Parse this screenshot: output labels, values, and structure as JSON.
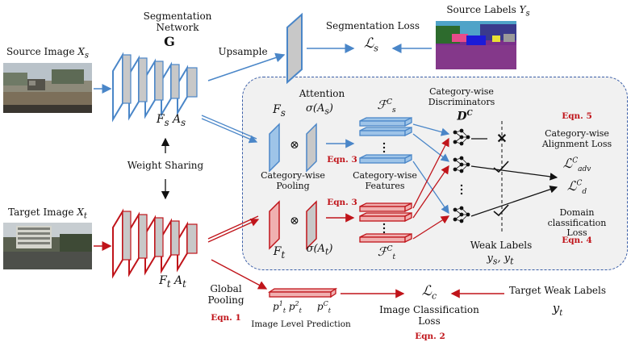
{
  "labels": {
    "seg_network": "Segmentation\nNetwork",
    "G": "G",
    "source_image": "Source Image",
    "source_image_var": "X",
    "source_image_sub": "s",
    "target_image": "Target Image",
    "target_image_var": "X",
    "target_image_sub": "t",
    "upsample": "Upsample",
    "seg_loss": "Segmentation Loss",
    "seg_loss_sym": "ℒ",
    "seg_loss_sub": "s",
    "source_labels": "Source Labels",
    "source_labels_var": "Y",
    "source_labels_sub": "s",
    "fs_as": "F",
    "weight_sharing": "Weight Sharing",
    "attention": "Attention",
    "attn_s": "σ(A",
    "cw_discriminators": "Category-wise\nDiscriminators",
    "D": "D",
    "D_sup": "C",
    "eqn5": "Eqn. 5",
    "cw_align_loss": "Category-wise\nAlignment Loss",
    "L_adv": "ℒ",
    "L_adv_sub": "adv",
    "L_d": "ℒ",
    "L_d_sub": "d",
    "dom_class_loss": "Domain classification\nLoss",
    "eqn4": "Eqn. 4",
    "eqn3_top": "Eqn. 3",
    "eqn3_bottom": "Eqn. 3",
    "cw_pooling": "Category-wise\nPooling",
    "cw_features": "Category-wise\nFeatures",
    "Fs_panel": "F",
    "Ft_panel": "F",
    "attn_t": "σ(A",
    "FsC": "ℱ",
    "FtC": "ℱ",
    "weak_labels": "Weak Labels",
    "weak_labels_vars": "y",
    "ft_at": "F",
    "global_pooling": "Global\nPooling",
    "eqn1": "Eqn. 1",
    "pt": "p",
    "image_level_pred": "Image Level Prediction",
    "L_c": "ℒ",
    "L_c_sub": "c",
    "img_class_loss": "Image Classification\nLoss",
    "eqn2": "Eqn. 2",
    "target_weak_labels": "Target Weak Labels",
    "yt": "y",
    "yt_sub": "t",
    "otimes": "⊗",
    "cross": "✕"
  },
  "colors": {
    "blue_layer": "#4a86c8",
    "blue_fill": "#ffffff",
    "red_layer": "#c0141a",
    "gray_fill": "#c8c8c8",
    "panel_border": "#3a5ea8",
    "panel_bg": "#f1f1f1",
    "eqn_red": "#c0141a"
  },
  "icons": {
    "network_icon": "neural-network-icon",
    "otimes_icon": "tensor-product-icon",
    "cross_icon": "cross-icon",
    "check_icon": "check-icon"
  }
}
